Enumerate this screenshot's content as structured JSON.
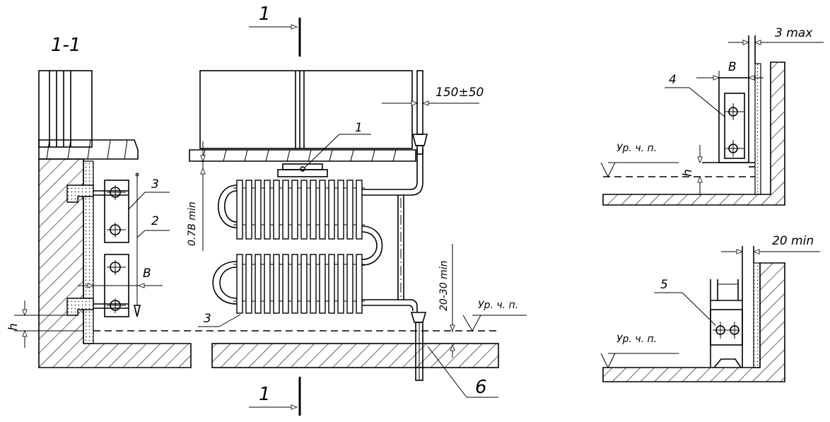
{
  "section_title": "1-1",
  "section_marks": {
    "top": "1",
    "bottom": "1"
  },
  "dimensions": {
    "setback": "150±50",
    "min_gap_07b": "0.7B min",
    "rise": "20-30 min",
    "max_gap": "3 max",
    "min_gap": "20 min",
    "width_b": "B",
    "height_h": "h"
  },
  "floor_level": "Ур. ч. п.",
  "callouts": [
    "1",
    "2",
    "3",
    "4",
    "5",
    "6"
  ],
  "colors": {
    "line": "#000000",
    "background": "#ffffff"
  }
}
